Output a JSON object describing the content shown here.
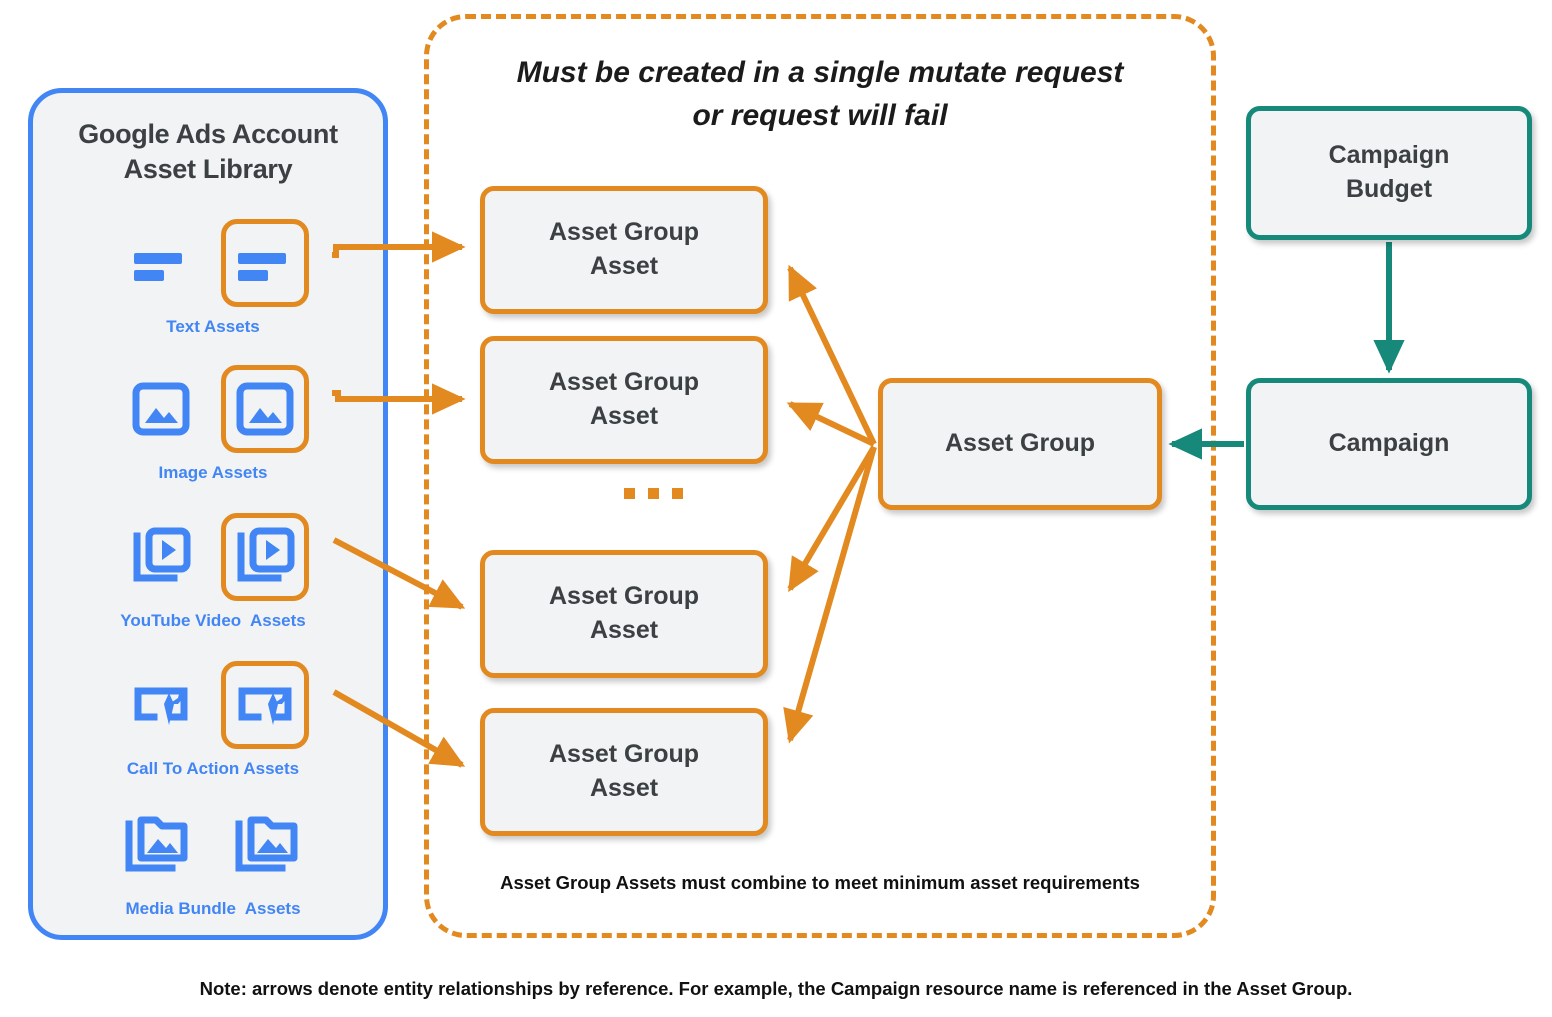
{
  "diagram": {
    "title_note": "Note: arrows denote entity relationships by reference. For example, the Campaign resource name is referenced in the Asset Group.",
    "colors": {
      "orange": "#E2891F",
      "blue": "#4285F4",
      "teal": "#16897B",
      "node_fill": "#F1F3F4",
      "text_dark": "#3C4043"
    }
  },
  "library": {
    "title": "Google Ads Account\nAsset Library",
    "assets": [
      {
        "label": "Text Assets",
        "icon": "text-lines-icon",
        "highlighted": true
      },
      {
        "label": "Image Assets",
        "icon": "image-icon",
        "highlighted": true
      },
      {
        "label": "YouTube Video  Assets",
        "icon": "video-play-stack-icon",
        "highlighted": true
      },
      {
        "label": "Call To Action Assets",
        "icon": "call-to-action-sparkle-icon",
        "highlighted": true
      },
      {
        "label": "Media Bundle  Assets",
        "icon": "media-bundle-folder-icon",
        "highlighted": false
      }
    ]
  },
  "mutate_container": {
    "heading": "Must be created in a single mutate request\nor request will fail",
    "footnote": "Asset Group Assets must combine to meet minimum asset requirements",
    "ellipsis": "..."
  },
  "nodes": {
    "asset_group_assets": [
      {
        "label": "Asset Group\nAsset"
      },
      {
        "label": "Asset Group\nAsset"
      },
      {
        "label": "Asset Group\nAsset"
      },
      {
        "label": "Asset Group\nAsset"
      }
    ],
    "asset_group": {
      "label": "Asset Group"
    },
    "campaign_budget": {
      "label": "Campaign\nBudget"
    },
    "campaign": {
      "label": "Campaign"
    }
  }
}
